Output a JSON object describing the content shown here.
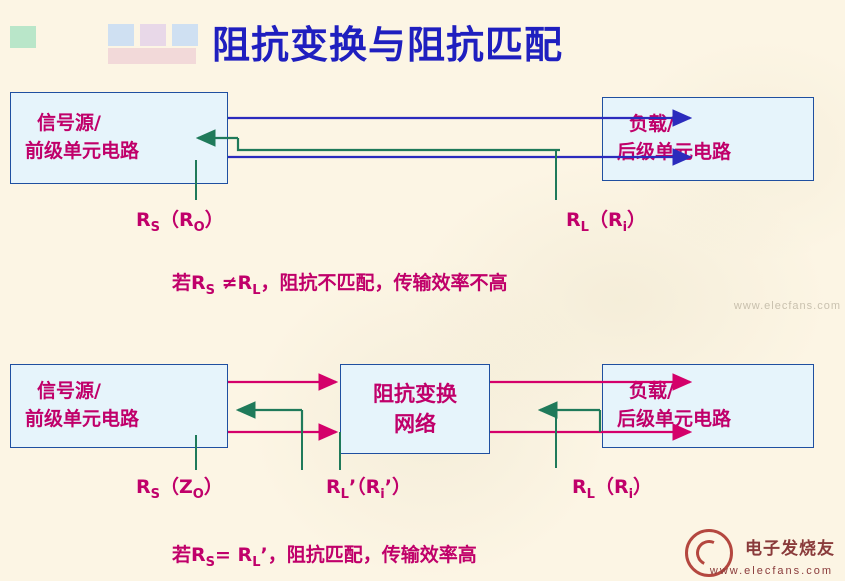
{
  "slide": {
    "title": "阻抗变换与阻抗匹配",
    "title_color": "#1f1fbf",
    "background_color": "#fcf5e4",
    "box_fill": "#e6f4fb",
    "box_border": "#1f4fa0",
    "text_color": "#c0006a"
  },
  "top_diagram": {
    "source_box": {
      "line1": "信号源/",
      "line2": "前级单元电路"
    },
    "load_box": {
      "line1": "负载/",
      "line2": "后级单元电路"
    },
    "source_label_main": "R",
    "source_label_sub": "S",
    "source_label_paren": "（R",
    "source_label_paren_sub": "O",
    "source_label_close": "）",
    "load_label_main": "R",
    "load_label_sub": "L",
    "load_label_paren": "（R",
    "load_label_paren_sub": "i",
    "load_label_close": "）",
    "caption_pre": "若R",
    "caption_pre_sub": "S",
    "caption_mid": " ≠R",
    "caption_mid_sub": "L",
    "caption_post": "，阻抗不匹配，传输效率不高",
    "arrow_color_forward": "#2b2bbd",
    "arrow_color_back": "#1f7a5a"
  },
  "bottom_diagram": {
    "source_box": {
      "line1": "信号源/",
      "line2": "前级单元电路"
    },
    "network_box": {
      "line1": "阻抗变换",
      "line2": "网络"
    },
    "load_box": {
      "line1": "负载/",
      "line2": "后级单元电路"
    },
    "source_label_main": "R",
    "source_label_sub": "S",
    "source_label_paren": "（Z",
    "source_label_paren_sub": "O",
    "source_label_close": "）",
    "mid_label_main": "R",
    "mid_label_sub": "L",
    "mid_label_prime": "’（R",
    "mid_label_paren_sub": "i",
    "mid_label_close": "’）",
    "load_label_main": "R",
    "load_label_sub": "L",
    "load_label_paren": "（R",
    "load_label_paren_sub": "i",
    "load_label_close": "）",
    "caption_pre": "若R",
    "caption_pre_sub": "S",
    "caption_mid": "= R",
    "caption_mid_sub": "L",
    "caption_post": "’，阻抗匹配，传输效率高",
    "arrow_color_forward": "#d4006a",
    "arrow_color_back": "#1f7a5a"
  },
  "watermark": {
    "brand": "电子发烧友",
    "url": "www.elecfans.com",
    "side_text": "www.elecfans.com"
  }
}
